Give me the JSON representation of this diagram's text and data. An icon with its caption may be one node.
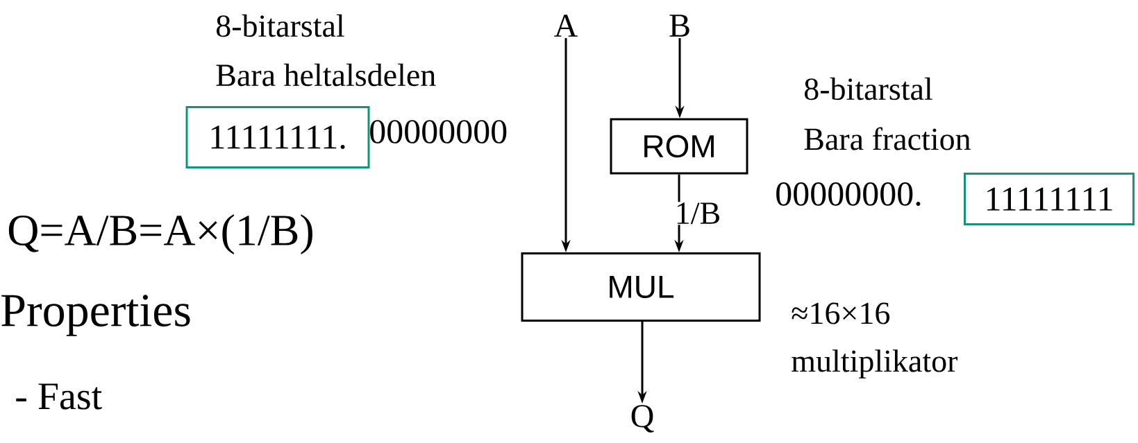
{
  "diagram": {
    "nodes": [
      {
        "text": [
          "A"
        ]
      },
      {
        "text": [
          "B"
        ]
      },
      {
        "text": [
          "ROM"
        ]
      },
      {
        "text": [
          "MUL"
        ]
      },
      {
        "text": [
          "Q"
        ]
      },
      {
        "text": [
          "11111111."
        ]
      },
      {
        "text": [
          "11111111"
        ]
      }
    ],
    "edges": [
      {
        "from": 0,
        "to": 3,
        "arrow": "to"
      },
      {
        "from": 1,
        "to": 2,
        "arrow": "to"
      },
      {
        "from": 2,
        "to": 3,
        "arrow": "to",
        "label": "1/B"
      },
      {
        "from": 3,
        "to": 4,
        "arrow": "to"
      }
    ],
    "labels": [
      "8-bitarstal",
      "Bara heltalsdelen",
      "00000000",
      "8-bitarstal",
      "Bara fraction",
      "00000000.",
      "Q=A/B=A×(1/B)",
      "Properties",
      "- Fast",
      "≈16×16",
      "multiplikator"
    ]
  }
}
